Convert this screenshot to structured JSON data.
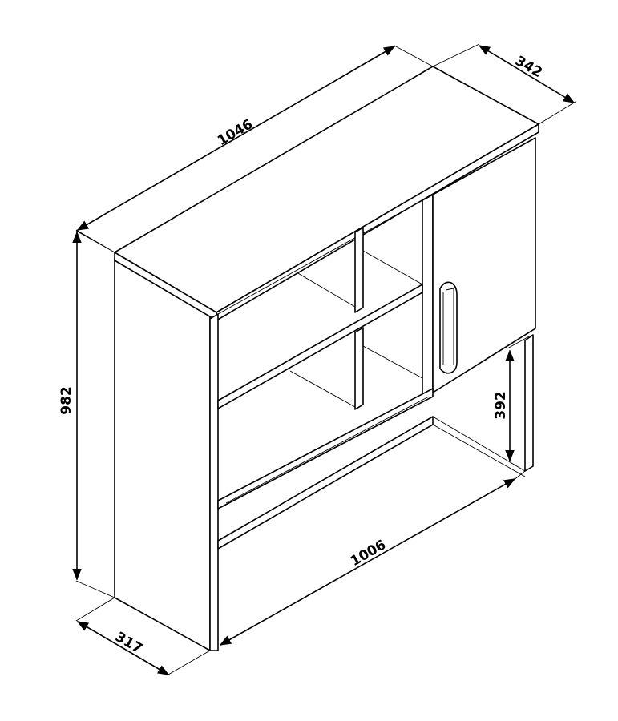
{
  "dimensions": {
    "top_width": "1046",
    "depth_top": "342",
    "height": "982",
    "depth_bottom": "317",
    "bottom_width": "1006",
    "leg_clearance": "392"
  }
}
